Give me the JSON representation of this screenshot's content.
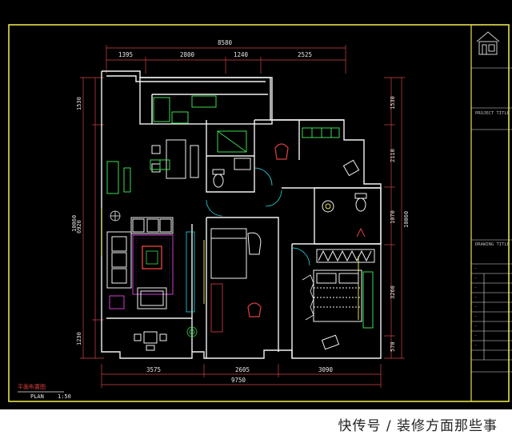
{
  "colors": {
    "background": "#000000",
    "frame": "#e6e24c",
    "walls": "#f2f2f2",
    "dimension": "#d64545",
    "furniture_green": "#3ddc52",
    "furniture_magenta": "#d23cd2",
    "cyan": "#2ad7e0",
    "watermark_bg": "#ffffff"
  },
  "dims": {
    "top_total": "8580",
    "top_segments": [
      "1395",
      "2800",
      "1240",
      "2525"
    ],
    "bottom_segments": [
      "3575",
      "2605",
      "3090"
    ],
    "bottom_total": "9750",
    "left_total": "10060",
    "left_sub": "6920",
    "left_segments": [
      "1530",
      "1230"
    ],
    "right_segments": [
      "1530",
      "2110",
      "1070",
      "3260",
      "570"
    ],
    "right_total": "10060"
  },
  "plan": {
    "title_cn": "平面布置图",
    "label": "PLAN",
    "scale": "1:50"
  },
  "title_block": {
    "project_title": "PROJECT TITLE",
    "drawing_title": "DRAWING TITLE"
  },
  "watermark": {
    "text": "快传号 / 装修方面那些事"
  },
  "icons": {
    "logo": "house-logo-icon"
  }
}
